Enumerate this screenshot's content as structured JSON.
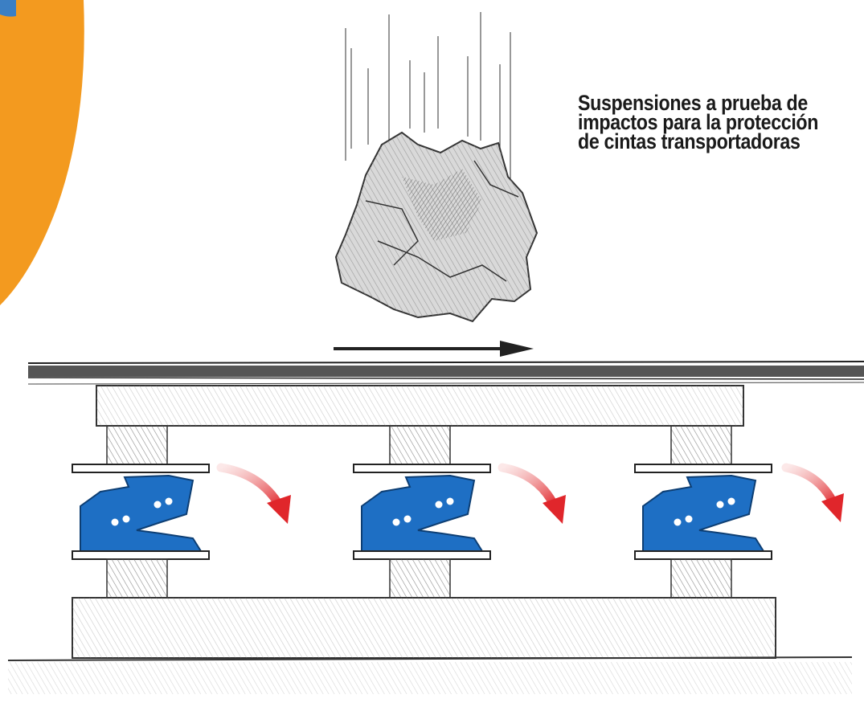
{
  "caption": {
    "lines": [
      "Suspensiones a prueba de",
      "impactos para la protección",
      "de cintas transportadoras"
    ]
  },
  "colors": {
    "orange_disc": "#f39a1f",
    "blue_corner": "#3b7fc4",
    "suspension_blue": "#1e6fc4",
    "arrow_red": "#e0262b",
    "pencil": "#3a3a3a"
  },
  "icons": {
    "rock": "falling-rock-icon",
    "direction": "belt-direction-arrow-icon",
    "rotation": "rotation-arrow-icon"
  }
}
